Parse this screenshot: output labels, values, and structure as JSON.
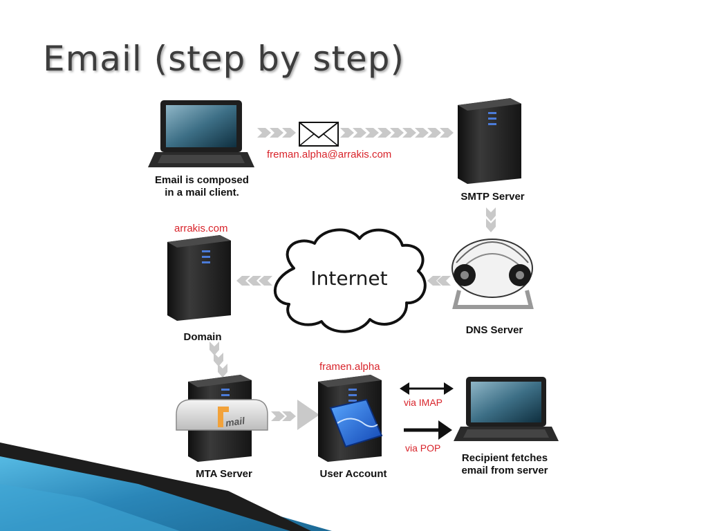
{
  "title": "Email (step by step)",
  "diagram": {
    "nodes": {
      "mail_client": {
        "label_line1": "Email is composed",
        "label_line2": "in a mail client."
      },
      "smtp_server": {
        "label": "SMTP Server"
      },
      "dns_server": {
        "label": "DNS Server"
      },
      "internet": {
        "label": "Internet"
      },
      "domain": {
        "label": "Domain",
        "address": "arrakis.com"
      },
      "mta_server": {
        "label": "MTA Server",
        "mailbox_text": "mail"
      },
      "user_account": {
        "label": "User Account",
        "address": "framen.alpha"
      },
      "recipient": {
        "label_line1": "Recipient fetches",
        "label_line2": "email from server"
      }
    },
    "email_address": "freman.alpha@arrakis.com",
    "protocols": {
      "imap": "via IMAP",
      "pop": "via POP"
    },
    "colors": {
      "accent_red": "#d8232a",
      "arrow_gray": "#c9c9c9",
      "ribbon_blue": "#2a86b8"
    },
    "icons": [
      "laptop-icon",
      "server-tower-icon",
      "envelope-icon",
      "rolodex-icon",
      "cloud-icon",
      "mailbox-icon",
      "folder-icon"
    ]
  }
}
